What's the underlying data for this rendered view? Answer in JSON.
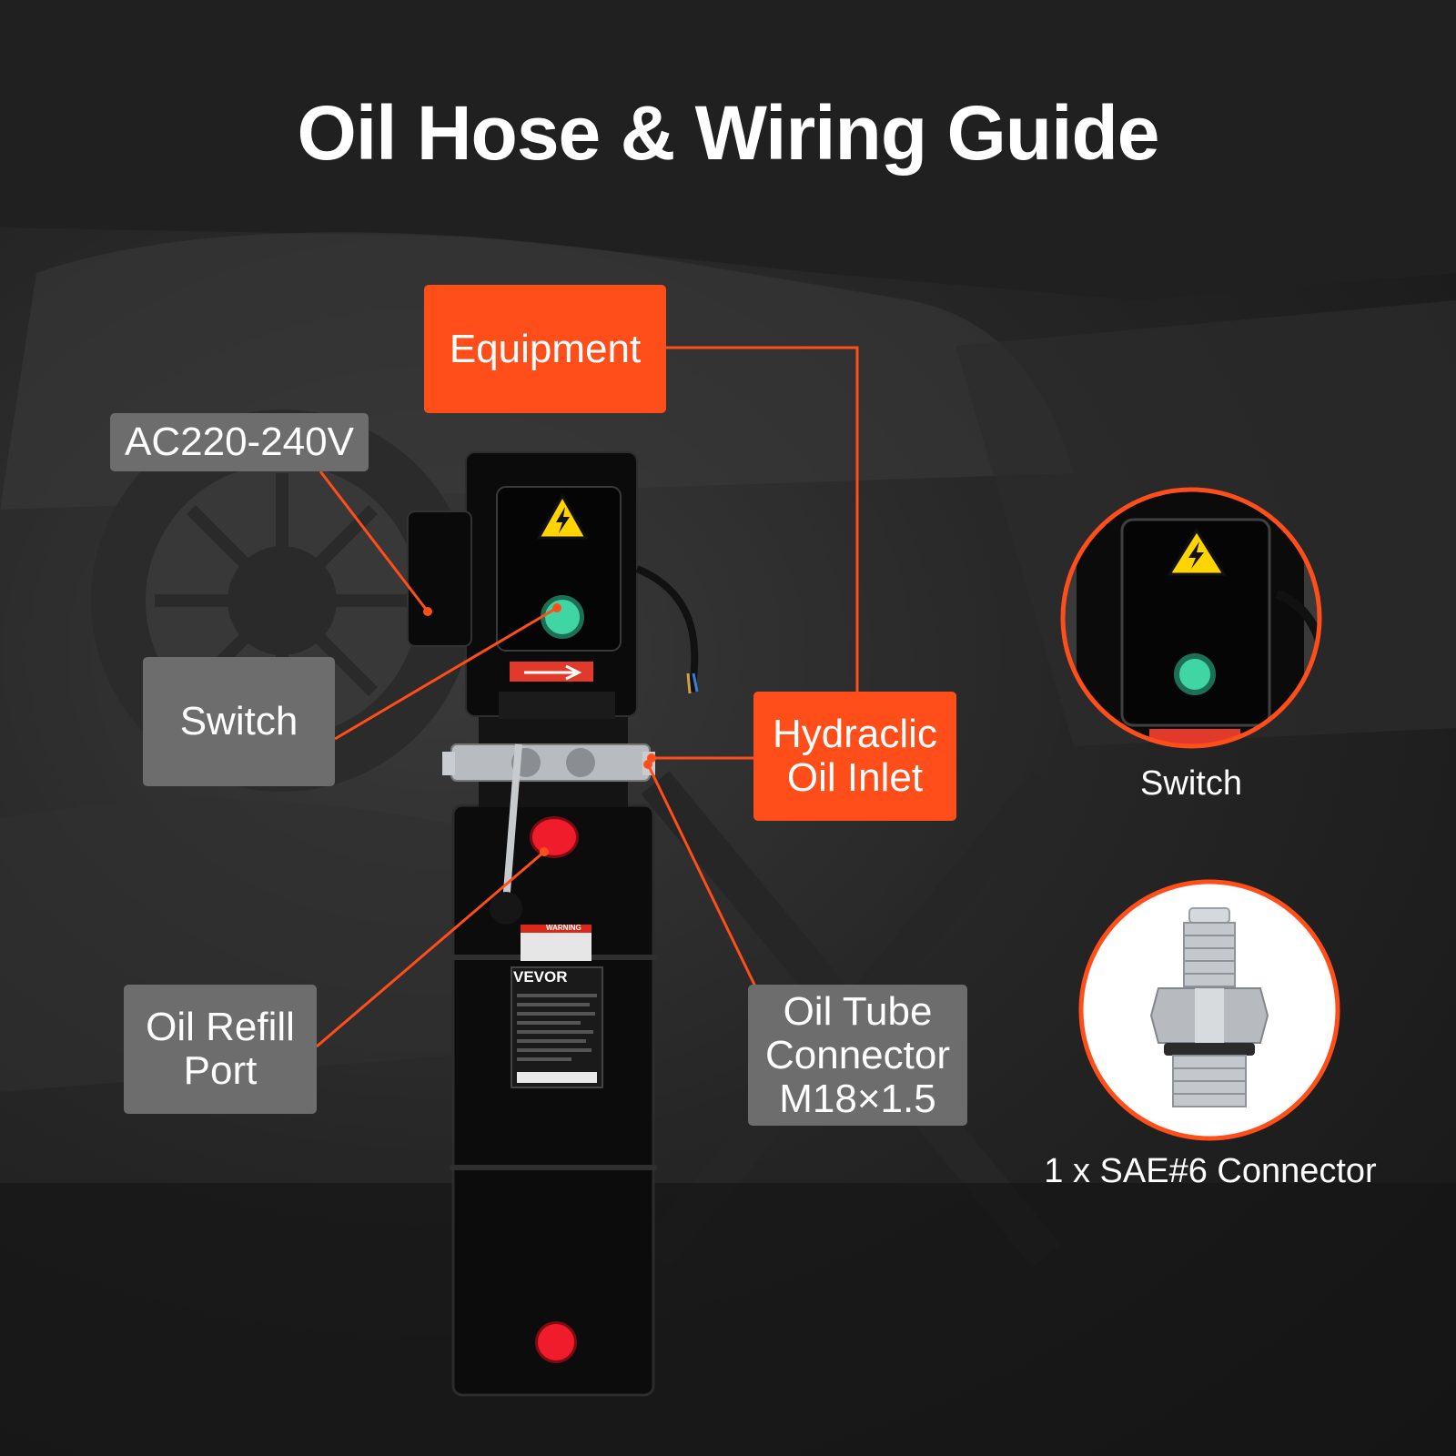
{
  "title": "Oil Hose & Wiring Guide",
  "colors": {
    "accent": "#ff4e1a",
    "label_gray": "#6d6d6d",
    "background": "#1d1d1d",
    "text": "#ffffff"
  },
  "labels": {
    "equipment": "Equipment",
    "voltage": "AC220-240V",
    "switch": "Switch",
    "hydraulic_line1": "Hydraclic",
    "hydraulic_line2": "Oil Inlet",
    "refill_line1": "Oil Refill",
    "refill_line2": "Port",
    "tube_line1": "Oil Tube",
    "tube_line2": "Connector",
    "tube_line3": "M18×1.5"
  },
  "insets": {
    "switch_caption": "Switch",
    "connector_caption": "1 x SAE#6 Connector"
  },
  "product": {
    "brand": "VEVOR",
    "warning_label": "WARNING"
  },
  "icons": [
    "high-voltage-warning-icon",
    "green-switch-button-icon",
    "red-refill-cap-icon",
    "red-drain-plug-icon",
    "direction-arrow-icon"
  ]
}
